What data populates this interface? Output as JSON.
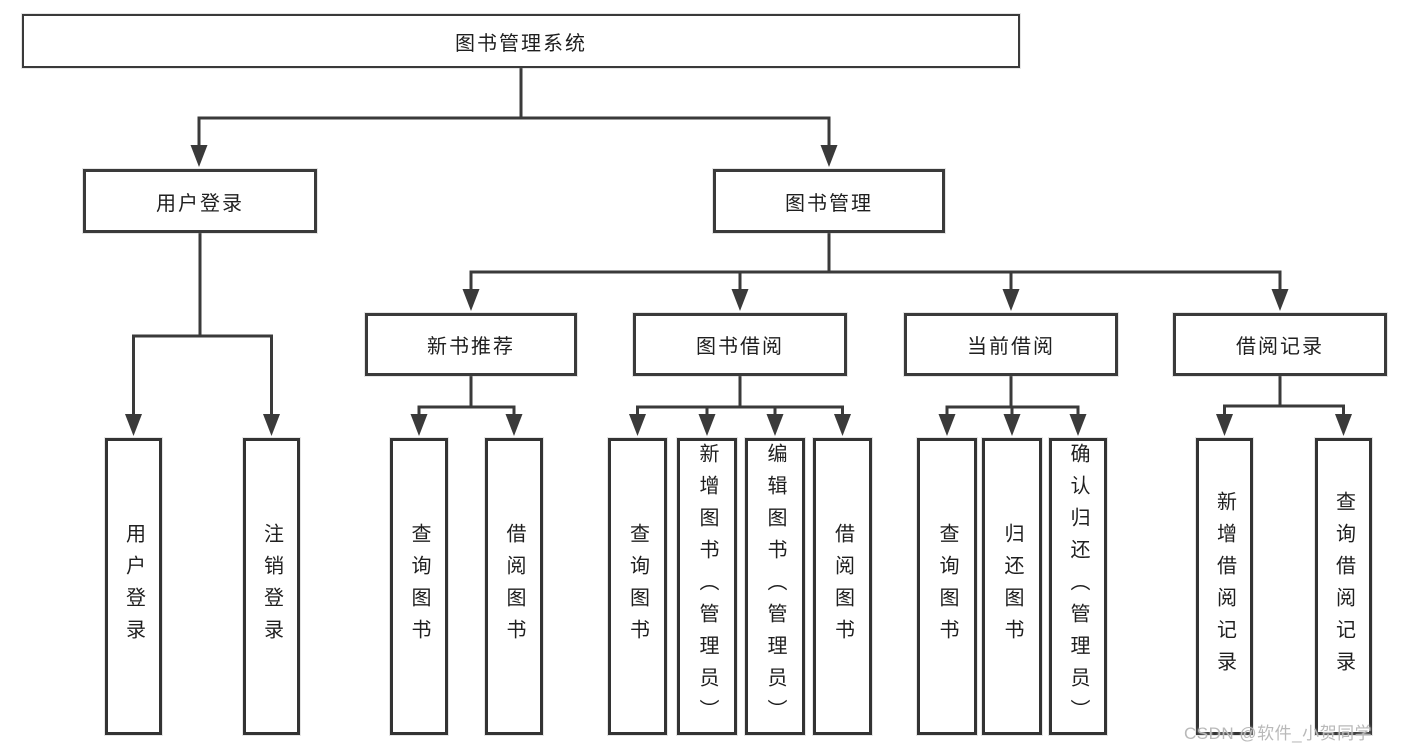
{
  "diagram": {
    "title": "图书管理系统",
    "root": "图书管理系统",
    "branches": [
      {
        "label": "用户登录",
        "children": [
          "用户登录",
          "注销登录"
        ]
      },
      {
        "label": "图书管理",
        "sections": [
          {
            "label": "新书推荐",
            "children": [
              "查询图书",
              "借阅图书"
            ]
          },
          {
            "label": "图书借阅",
            "children": [
              "查询图书",
              "新增图书（管理员）",
              "编辑图书（管理员）",
              "借阅图书"
            ]
          },
          {
            "label": "当前借阅",
            "children": [
              "查询图书",
              "归还图书",
              "确认归还（管理员）"
            ]
          },
          {
            "label": "借阅记录",
            "children": [
              "新增借阅记录",
              "查询借阅记录"
            ]
          }
        ]
      }
    ],
    "line_color": "#3a3a3a",
    "box_background": "#ffffff",
    "text_color": "#1f1f1f"
  },
  "watermark": "CSDN @软件_小贺同学"
}
